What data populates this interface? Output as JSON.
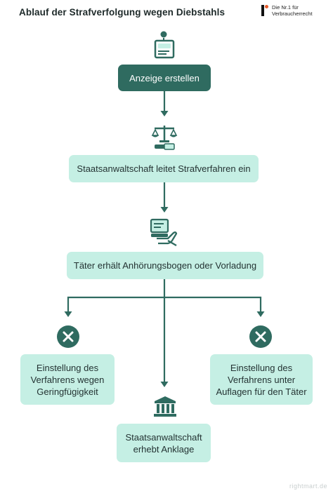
{
  "header": {
    "title": "Ablauf der Strafverfolgung wegen Diebstahls",
    "logo_line1": "Die Nr.1 für",
    "logo_line2": "Verbraucherrecht"
  },
  "colors": {
    "primary": "#2f6b60",
    "light": "#c5efe4",
    "reject": "#2f6b60"
  },
  "nodes": {
    "n1": {
      "label": "Anzeige erstellen",
      "icon": "clipboard-user-icon"
    },
    "n2": {
      "label": "Staatsanwaltschaft leitet Strafverfahren ein",
      "icon": "justice-scales-icon"
    },
    "n3": {
      "label": "Täter erhält Anhörungsbogen oder Vorladung",
      "icon": "letter-hand-icon"
    },
    "left": {
      "label": "Einstellung des\nVerfahrens wegen\nGeringfügigkeit",
      "icon": "x-circle-icon"
    },
    "right": {
      "label": "Einstellung des\nVerfahrens unter\nAuflagen für den Täter",
      "icon": "x-circle-icon"
    },
    "center": {
      "label": "Staatsanwaltschaft\nerhebt Anklage",
      "icon": "courthouse-icon"
    }
  },
  "footer": {
    "watermark": "rightmart.de"
  }
}
